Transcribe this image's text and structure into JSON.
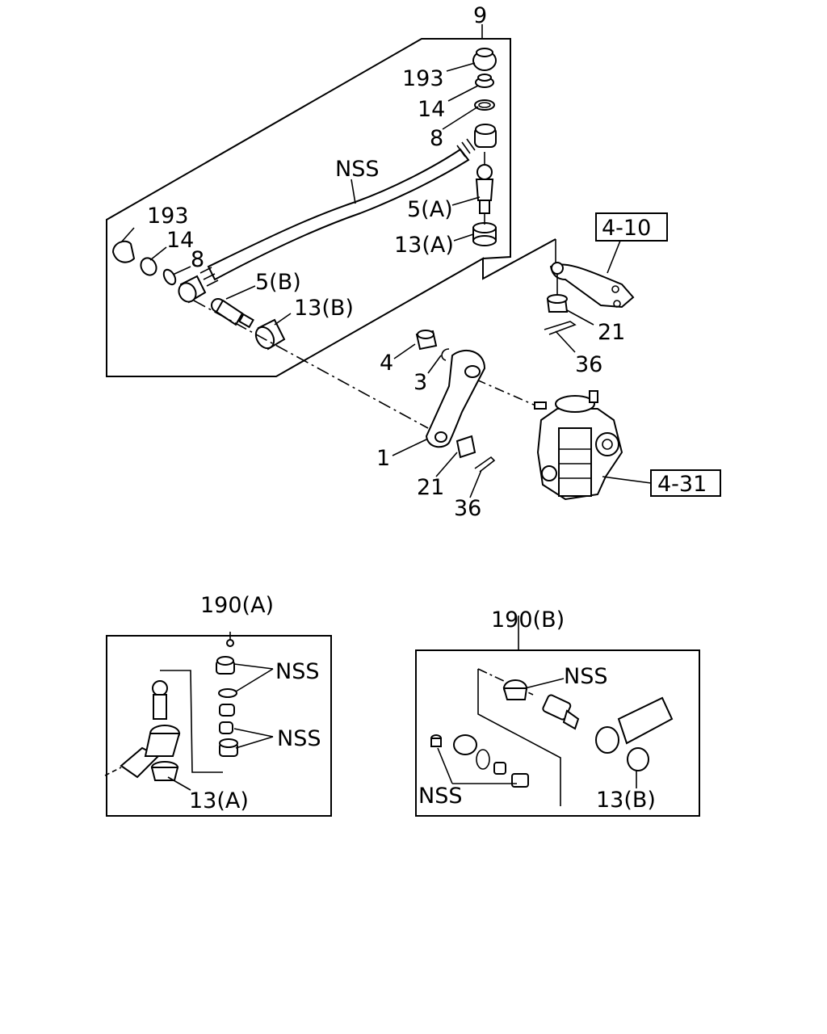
{
  "labels": {
    "ref_9": "9",
    "ref_193_top": "193",
    "ref_14_top": "14",
    "ref_8_top": "8",
    "nss_tube": "NSS",
    "ref_5a": "5(A)",
    "ref_13a": "13(A)",
    "ref_193_left": "193",
    "ref_14_left": "14",
    "ref_8_left": "8",
    "ref_5b": "5(B)",
    "ref_13b": "13(B)",
    "ref_4_10": "4-10",
    "ref_21_top": "21",
    "ref_36_top": "36",
    "ref_4": "4",
    "ref_3": "3",
    "ref_1": "1",
    "ref_21_bottom": "21",
    "ref_36_bottom": "36",
    "ref_4_31": "4-31",
    "ref_190a": "190(A)",
    "nss_a_1": "NSS",
    "nss_a_2": "NSS",
    "ref_13a_detail": "13(A)",
    "ref_190b": "190(B)",
    "nss_b_1": "NSS",
    "nss_b_2": "NSS",
    "ref_13b_detail": "13(B)"
  }
}
